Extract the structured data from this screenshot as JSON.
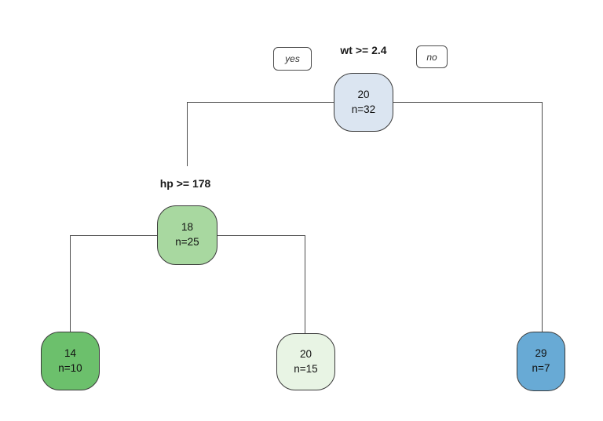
{
  "tree": {
    "type": "decision-tree",
    "branch_labels": {
      "yes": "yes",
      "no": "no"
    },
    "root": {
      "split_label": "wt >= 2.4",
      "value": "20",
      "n": "n=32",
      "fill": "#dbe5f1"
    },
    "internal": {
      "split_label": "hp >= 178",
      "value": "18",
      "n": "n=25",
      "fill": "#a8d8a0"
    },
    "leaves": {
      "left": {
        "value": "14",
        "n": "n=10",
        "fill": "#6cc06c"
      },
      "middle": {
        "value": "20",
        "n": "n=15",
        "fill": "#e8f4e4"
      },
      "right": {
        "value": "29",
        "n": "n=7",
        "fill": "#68aad5"
      }
    },
    "edge_color": "#4d4d4d",
    "node_border_color": "#3a3a3a",
    "background_color": "#ffffff"
  }
}
